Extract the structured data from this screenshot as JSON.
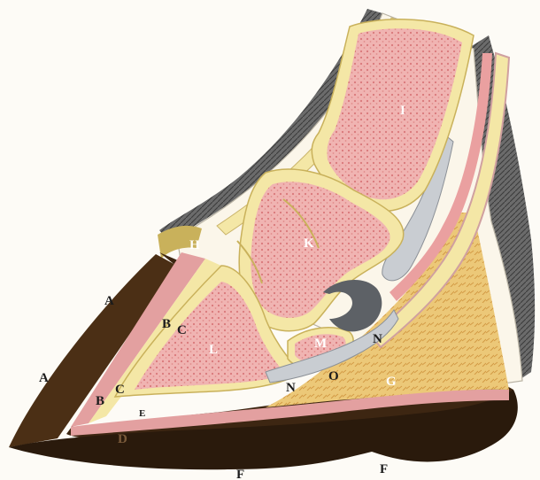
{
  "diagram": {
    "labels": {
      "a_upper": "A",
      "a_lower": "A",
      "b_upper": "B",
      "b_lower": "B",
      "c_upper": "C",
      "c_lower": "C",
      "d": "D",
      "e": "E",
      "f_left": "F",
      "f_right": "F",
      "g": "G",
      "h": "H",
      "i": "I",
      "k": "K",
      "l": "L",
      "m": "M",
      "n_upper": "N",
      "n_lower": "N",
      "o": "O"
    },
    "colors": {
      "hoof_wall": "#3d2612",
      "hoof_dark": "#1e1208",
      "sensitive_lamina": "#e3a0a0",
      "cartilage": "#f4e7a6",
      "bone_marrow": "#e9a3a3",
      "digital_cushion": "#e8c069",
      "tendon": "#c9cdd2",
      "hair": "#5a5a5a"
    }
  }
}
